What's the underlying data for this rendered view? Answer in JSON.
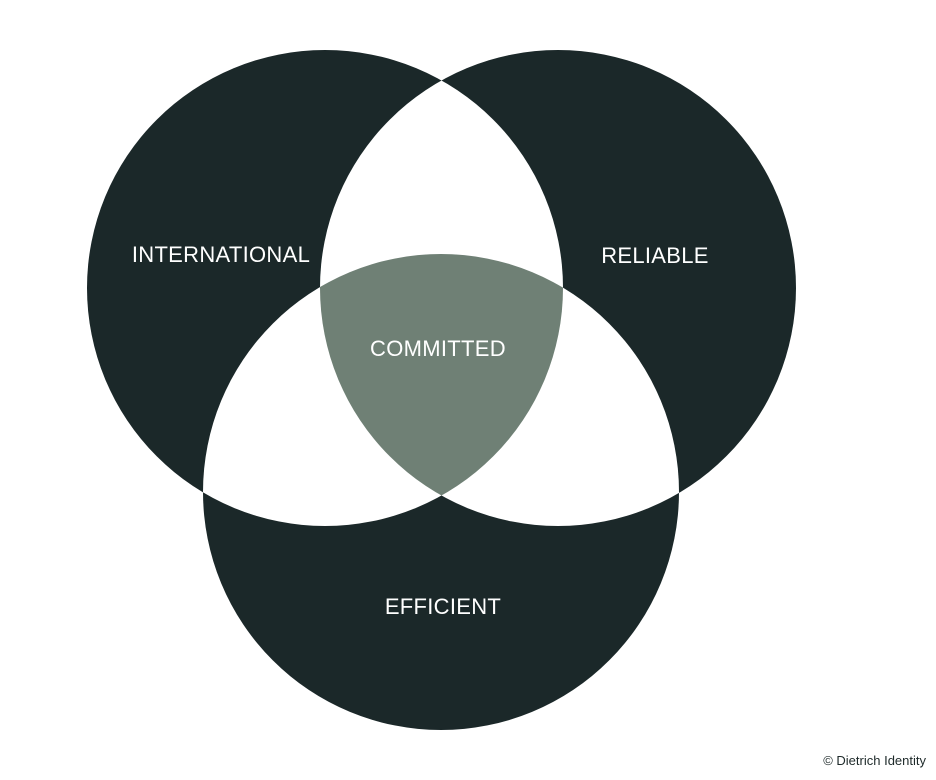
{
  "diagram": {
    "sets": [
      {
        "id": "international",
        "label": "INTERNATIONAL"
      },
      {
        "id": "reliable",
        "label": "RELIABLE"
      },
      {
        "id": "efficient",
        "label": "EFFICIENT"
      }
    ],
    "center_label": "COMMITTED",
    "colors": {
      "set_fill": "#1b2829",
      "pair_overlap_fill": "#ffffff",
      "center_fill": "#6f8075",
      "label_text": "#ffffff",
      "background": "#ffffff"
    }
  },
  "footer": {
    "copyright": "© Dietrich Identity"
  }
}
